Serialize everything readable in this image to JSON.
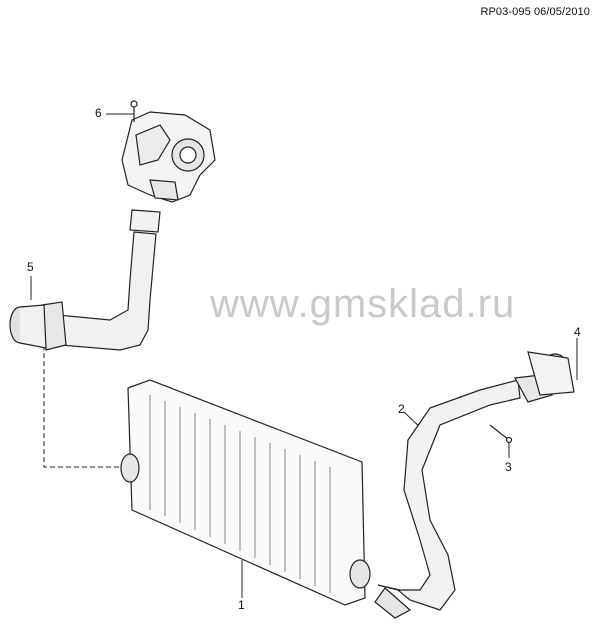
{
  "drawing_ref": "RP03-095 06/05/2010",
  "watermark": "www.gmsklad.ru",
  "callouts": [
    "1",
    "2",
    "3",
    "4",
    "5",
    "6"
  ]
}
